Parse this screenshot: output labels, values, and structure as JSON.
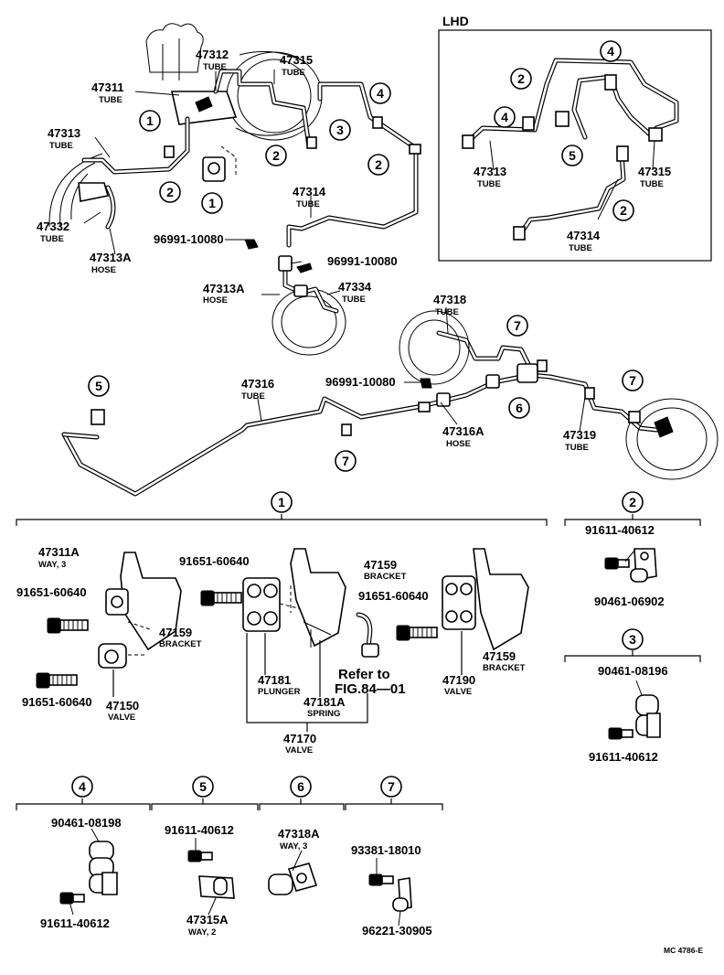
{
  "callouts": {
    "p47311": {
      "num": "47311",
      "name": "TUBE"
    },
    "p47312": {
      "num": "47312",
      "name": "TUBE"
    },
    "p47315": {
      "num": "47315",
      "name": "TUBE"
    },
    "p47313": {
      "num": "47313",
      "name": "TUBE"
    },
    "p47332": {
      "num": "47332",
      "name": "TUBE"
    },
    "p47313A_top": {
      "num": "47313A",
      "name": "HOSE"
    },
    "p47314": {
      "num": "47314",
      "name": "TUBE"
    },
    "p96991_a": {
      "num": "96991-10080"
    },
    "p96991_b": {
      "num": "96991-10080"
    },
    "p47313A_mid": {
      "num": "47313A",
      "name": "HOSE"
    },
    "p47334": {
      "num": "47334",
      "name": "TUBE"
    },
    "p47318": {
      "num": "47318",
      "name": "TUBE"
    },
    "p47316": {
      "num": "47316",
      "name": "TUBE"
    },
    "p96991_c": {
      "num": "96991-10080"
    },
    "p47316A": {
      "num": "47316A",
      "name": "HOSE"
    },
    "p47319": {
      "num": "47319",
      "name": "TUBE"
    }
  },
  "lhd": {
    "title": "LHD",
    "p47313": {
      "num": "47313",
      "name": "TUBE"
    },
    "p47315": {
      "num": "47315",
      "name": "TUBE"
    },
    "p47314": {
      "num": "47314",
      "name": "TUBE"
    }
  },
  "ref_numbers": [
    "1",
    "2",
    "3",
    "4",
    "5",
    "6",
    "7"
  ],
  "group1": {
    "label": "1",
    "p47311A": {
      "num": "47311A",
      "name": "WAY, 3"
    },
    "p91651_a": {
      "num": "91651-60640"
    },
    "p91651_b": {
      "num": "91651-60640"
    },
    "p91651_c": {
      "num": "91651-60640"
    },
    "p91651_d": {
      "num": "91651-60640"
    },
    "p47159_a": {
      "num": "47159",
      "name": "BRACKET"
    },
    "p47159_b": {
      "num": "47159",
      "name": "BRACKET"
    },
    "p47159_c": {
      "num": "47159",
      "name": "BRACKET"
    },
    "p47150": {
      "num": "47150",
      "name": "VALVE"
    },
    "p47181": {
      "num": "47181",
      "name": "PLUNGER"
    },
    "p47181A": {
      "num": "47181A",
      "name": "SPRING"
    },
    "refer": {
      "line1": "Refer to",
      "line2": "FIG.84—01"
    },
    "p47170": {
      "num": "47170",
      "name": "VALVE"
    },
    "p47190": {
      "num": "47190",
      "name": "VALVE"
    }
  },
  "group2": {
    "label": "2",
    "a": "91611-40612",
    "b": "90461-06902"
  },
  "group3": {
    "label": "3",
    "a": "90461-08196",
    "b": "91611-40612"
  },
  "group4": {
    "label": "4",
    "a": "90461-08198",
    "b": "91611-40612"
  },
  "group5": {
    "label": "5",
    "a": "91611-40612",
    "b": {
      "num": "47315A",
      "name": "WAY, 2"
    }
  },
  "group6": {
    "label": "6",
    "a": {
      "num": "47318A",
      "name": "WAY, 3"
    }
  },
  "group7": {
    "label": "7",
    "a": "93381-18010",
    "b": "96221-30905"
  },
  "figure_code": "MC 4786-E"
}
